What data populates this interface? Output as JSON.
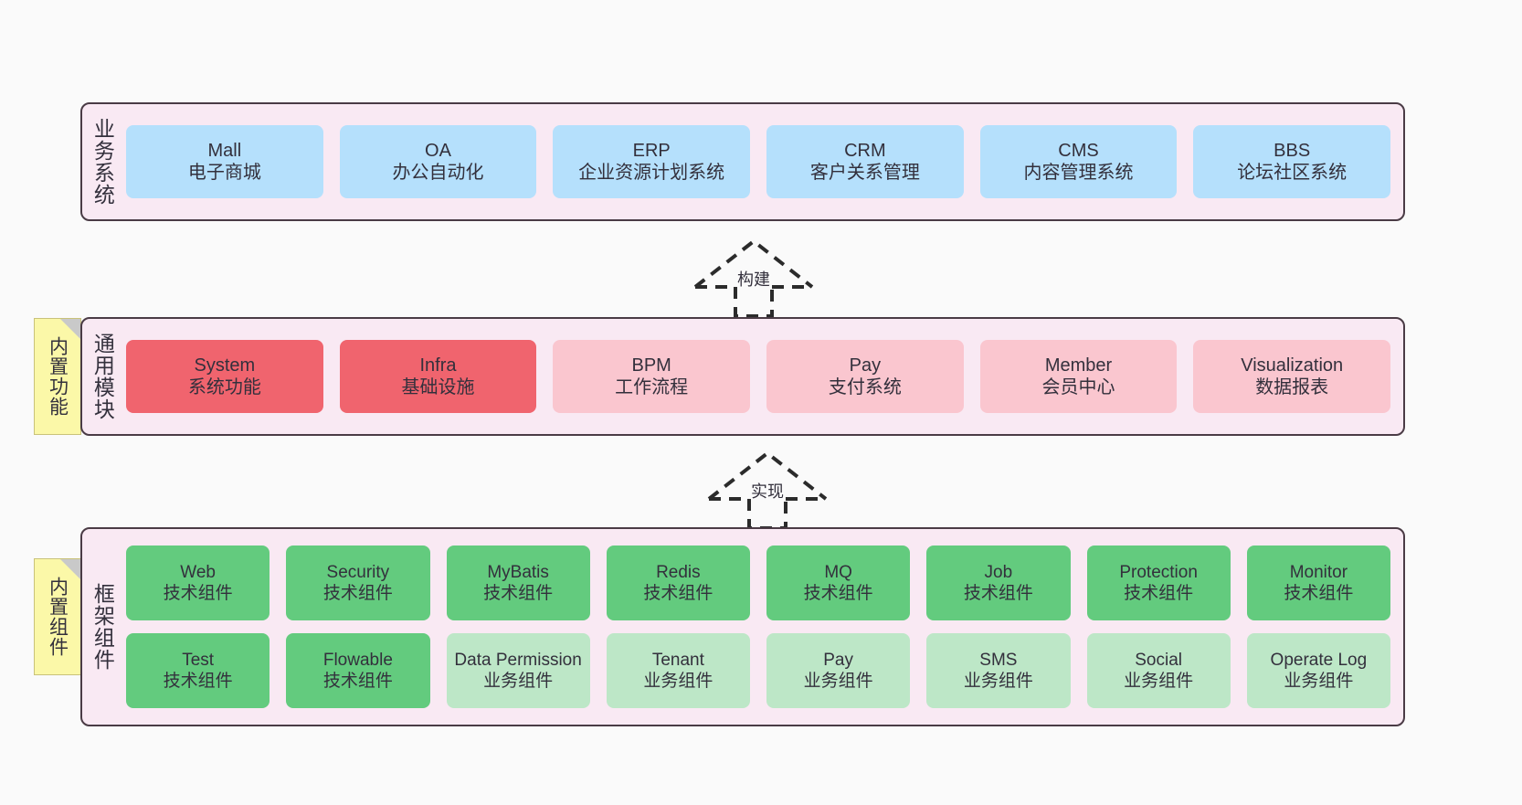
{
  "layers": [
    {
      "key": "business",
      "title": "业务系统",
      "rows": [
        [
          {
            "en": "Mall",
            "cn": "电子商城",
            "style": "blue"
          },
          {
            "en": "OA",
            "cn": "办公自动化",
            "style": "blue"
          },
          {
            "en": "ERP",
            "cn": "企业资源计划系统",
            "style": "blue"
          },
          {
            "en": "CRM",
            "cn": "客户关系管理",
            "style": "blue"
          },
          {
            "en": "CMS",
            "cn": "内容管理系统",
            "style": "blue"
          },
          {
            "en": "BBS",
            "cn": "论坛社区系统",
            "style": "blue"
          }
        ]
      ]
    },
    {
      "key": "common",
      "title": "通用模块",
      "note": "内置功能",
      "rows": [
        [
          {
            "en": "System",
            "cn": "系统功能",
            "style": "red-strong"
          },
          {
            "en": "Infra",
            "cn": "基础设施",
            "style": "red-strong"
          },
          {
            "en": "BPM",
            "cn": "工作流程",
            "style": "red-light"
          },
          {
            "en": "Pay",
            "cn": "支付系统",
            "style": "red-light"
          },
          {
            "en": "Member",
            "cn": "会员中心",
            "style": "red-light"
          },
          {
            "en": "Visualization",
            "cn": "数据报表",
            "style": "red-light"
          }
        ]
      ]
    },
    {
      "key": "framework",
      "title": "框架组件",
      "note": "内置组件",
      "rows": [
        [
          {
            "en": "Web",
            "cn": "技术组件",
            "style": "green-strong"
          },
          {
            "en": "Security",
            "cn": "技术组件",
            "style": "green-strong"
          },
          {
            "en": "MyBatis",
            "cn": "技术组件",
            "style": "green-strong"
          },
          {
            "en": "Redis",
            "cn": "技术组件",
            "style": "green-strong"
          },
          {
            "en": "MQ",
            "cn": "技术组件",
            "style": "green-strong"
          },
          {
            "en": "Job",
            "cn": "技术组件",
            "style": "green-strong"
          },
          {
            "en": "Protection",
            "cn": "技术组件",
            "style": "green-strong"
          },
          {
            "en": "Monitor",
            "cn": "技术组件",
            "style": "green-strong"
          }
        ],
        [
          {
            "en": "Test",
            "cn": "技术组件",
            "style": "green-strong"
          },
          {
            "en": "Flowable",
            "cn": "技术组件",
            "style": "green-strong"
          },
          {
            "en": "Data Permission",
            "cn": "业务组件",
            "style": "green-light"
          },
          {
            "en": "Tenant",
            "cn": "业务组件",
            "style": "green-light"
          },
          {
            "en": "Pay",
            "cn": "业务组件",
            "style": "green-light"
          },
          {
            "en": "SMS",
            "cn": "业务组件",
            "style": "green-light"
          },
          {
            "en": "Social",
            "cn": "业务组件",
            "style": "green-light"
          },
          {
            "en": "Operate Log",
            "cn": "业务组件",
            "style": "green-light"
          }
        ]
      ]
    }
  ],
  "arrows": [
    {
      "key": "build",
      "label": "构建",
      "from": "common",
      "to": "business"
    },
    {
      "key": "implement",
      "label": "实现",
      "from": "framework",
      "to": "common"
    }
  ],
  "colors": {
    "panel_bg": "#f9e9f3",
    "panel_border": "#4a3b45",
    "blue": "#b5e0fc",
    "red_strong": "#f0646e",
    "red_light": "#fac6cf",
    "green_strong": "#63cb7e",
    "green_light": "#bde7c7",
    "note_bg": "#fbf8a8",
    "canvas_bg": "#fafafa"
  }
}
